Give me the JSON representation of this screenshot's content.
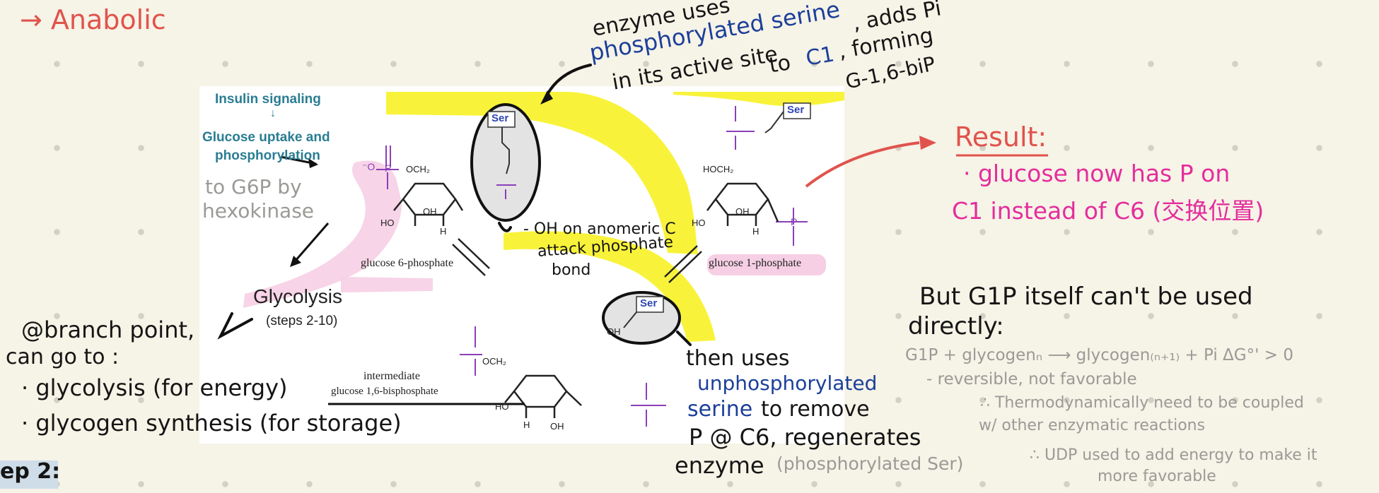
{
  "notes": {
    "anabolic": "→ Anabolic",
    "enzyme_1": "enzyme uses",
    "enzyme_2": "phosphorylated serine",
    "enzyme_3": ", adds Pi",
    "enzyme_4": "in its active site",
    "enzyme_5": "to",
    "enzyme_6": "C1",
    "enzyme_7": ", forming",
    "enzyme_8": "G-1,6-biP",
    "result_title": "Result:",
    "result_1": "· glucose now has P on",
    "result_2": "C1 instead of C6 (交换位置)",
    "anomeric_1": "- OH on anomeric C",
    "anomeric_2": "attack phosphate",
    "anomeric_3": "bond",
    "branch_1": "@branch point,",
    "branch_2": "can go to :",
    "branch_3": "· glycolysis (for energy)",
    "branch_4": "· glycogen synthesis (for storage)",
    "step": "ep 2:",
    "then_1": "then uses",
    "then_2": "unphosphorylated",
    "then_3": "serine",
    "then_4": "to remove",
    "then_5": "P @ C6, regenerates",
    "then_6": "enzyme",
    "then_7": "(phosphorylated Ser)",
    "but_1": "But G1P itself can't be used",
    "but_2": "directly:",
    "eq": "G1P + glycogenₙ ⟶ glycogen₍ₙ₊₁₎ + Pi  ΔG°' > 0",
    "eq_2": "- reversible, not favorable",
    "thermo_1": "∴ Thermodynamically need to be coupled",
    "thermo_2": "w/ other enzymatic reactions",
    "udp_1": "∴ UDP used to add energy to make it",
    "udp_2": "more favorable",
    "hexo_1": "to G6P by",
    "hexo_2": "hexokinase"
  },
  "figure": {
    "insulin": "Insulin signaling",
    "glucose_uptake_1": "Glucose uptake and",
    "glucose_uptake_2": "phosphorylation",
    "glycolysis": "Glycolysis",
    "glycolysis_steps": "(steps 2-10)",
    "g6p": "glucose 6-phosphate",
    "g1p": "glucose 1-phosphate",
    "intermediate_1": "intermediate",
    "intermediate_2": "glucose 1,6-bisphosphate",
    "ser": "Ser",
    "och2": "OCH₂",
    "hoch2": "HOCH₂",
    "ho": "HO",
    "oh": "OH",
    "h": "H",
    "o_minus": "⁻O",
    "p": "P",
    "colors": {
      "teal": "#2a7d93",
      "purple": "#8a3fb8",
      "yellow": "#f8f33a",
      "pink": "#f6cfe4"
    }
  },
  "colors": {
    "ink": "#151515",
    "red": "#e0534c",
    "blue": "#1c3f9a",
    "pink": "#e42d9c",
    "gray": "#9a9a96",
    "paper": "#f6f3e7"
  }
}
